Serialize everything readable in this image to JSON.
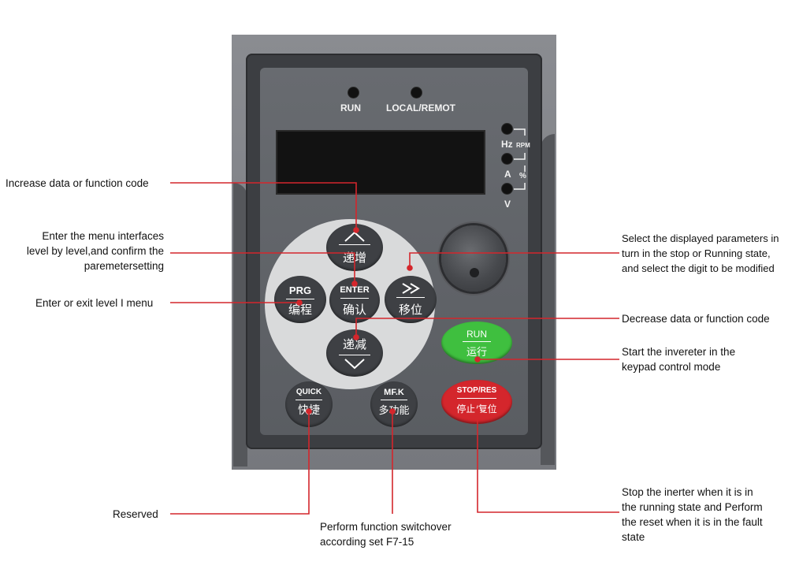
{
  "panel": {
    "led_run": "RUN",
    "led_local": "LOCAL/REMOT",
    "unit_hz": "Hz",
    "unit_rpm": "RPM",
    "unit_a": "A",
    "unit_pct": "%",
    "unit_v": "V"
  },
  "buttons": {
    "up_cn": "递增",
    "enter_en": "ENTER",
    "enter_cn": "确认",
    "prg_en": "PRG",
    "prg_cn": "编程",
    "shift_cn": "移位",
    "down_cn": "递减",
    "run_en": "RUN",
    "run_cn": "运行",
    "quick_en": "QUICK",
    "quick_cn": "快捷",
    "mfk_en": "MF.K",
    "mfk_cn": "多功能",
    "stop_en": "STOP/RES",
    "stop_cn": "停止/复位"
  },
  "annotations": {
    "increase": "Increase data or function code",
    "enter_l1": "Enter the menu interfaces",
    "enter_l2": "level by level,and confirm the",
    "enter_l3": "paremetersetting",
    "prg": "Enter or exit level I menu",
    "select_l1": "Select the displayed parameters in",
    "select_l2": "turn in the stop or Running state,",
    "select_l3": "and select the digit to be modified",
    "decrease": "Decrease data or function code",
    "start_l1": "Start the invereter in the",
    "start_l2": "keypad control mode",
    "reserved": "Reserved",
    "mfk_l1": "Perform function switchover",
    "mfk_l2": "according set F7-15",
    "stop_l1": "Stop the inerter when it is in",
    "stop_l2": "the running state and Perform",
    "stop_l3": "the reset when it is in the fault",
    "stop_l4": "state"
  },
  "colors": {
    "leader": "#d4262c",
    "run_button": "#3fbf3f",
    "stop_button": "#d4262c"
  }
}
